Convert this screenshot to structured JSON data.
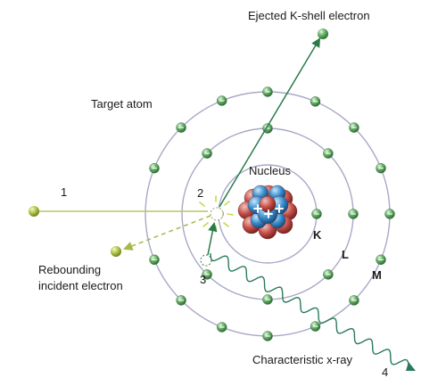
{
  "labels": {
    "ejected": "Ejected K-shell electron",
    "target_atom": "Target atom",
    "nucleus": "Nucleus",
    "rebounding_line1": "Rebounding",
    "rebounding_line2": "incident electron",
    "char_xray": "Characteristic x-ray",
    "shell_k": "K",
    "shell_l": "L",
    "shell_m": "M",
    "step_1": "1",
    "step_2": "2",
    "step_3": "3",
    "step_4": "4"
  },
  "colors": {
    "electron": "#4f9a4f",
    "electron_highlight": "#d9f0d9",
    "incident_electron": "#a9c23a",
    "orbit": "#a7a9c7",
    "incident_path": "#b4c66a",
    "ejected_path": "#2a7a4a",
    "xray_path": "#2a7a5a",
    "proton": "#c6504a",
    "neutron": "#3a8fd0"
  }
}
